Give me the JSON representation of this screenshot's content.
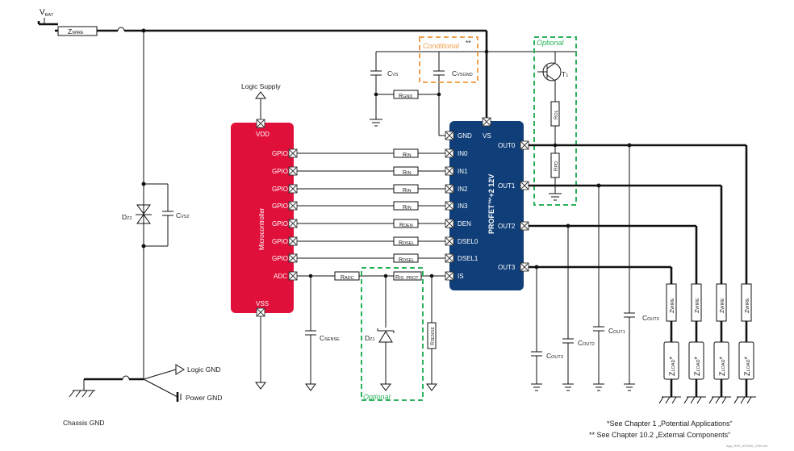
{
  "supply": {
    "vbat": "V",
    "vbat_sub": "BAT",
    "zwire": "Z",
    "zwire_sub": "WIRE",
    "logic_supply": "Logic Supply"
  },
  "mcu": {
    "title": "Microcontroller",
    "vdd": "VDD",
    "vss": "VSS",
    "adc": "ADC",
    "gpio": "GPIO"
  },
  "profet": {
    "title": "PROFET™+2 12V",
    "gnd": "GND",
    "vs": "VS",
    "left_pins": [
      "IN0",
      "IN1",
      "IN2",
      "IN3",
      "DEN",
      "DSEL0",
      "DSEL1",
      "IS"
    ],
    "right_pins": [
      "OUT0",
      "OUT1",
      "OUT2",
      "OUT3"
    ]
  },
  "resistors": {
    "rin": "R",
    "rin_sub": "IN",
    "rden_sub": "DEN",
    "rdsel_sub": "DSEL",
    "radc_sub": "ADC",
    "risprot_sub": "IS_PROT",
    "rgnd_sub": "GND",
    "rsense_sub": "SENSE",
    "rol_sub": "OL",
    "rpd_sub": "PD"
  },
  "caps": {
    "c": "C",
    "cvs_sub": "VS",
    "cvsgnd_sub": "VSGND",
    "cvs2_sub": "VS2",
    "csense_sub": "SENSE",
    "cout0_sub": "OUT0",
    "cout1_sub": "OUT1",
    "cout2_sub": "OUT2",
    "cout3_sub": "OUT3"
  },
  "diodes": {
    "d": "D",
    "dz1_sub": "Z1",
    "dz2_sub": "Z2"
  },
  "transistor": {
    "t": "T",
    "t_sub": "1"
  },
  "boxes": {
    "conditional": "Conditional",
    "conditional_mark": "**",
    "optional": "Optional"
  },
  "load": {
    "z": "Z",
    "z_sub": "LOAD",
    "mark": "*"
  },
  "ground": {
    "logic_gnd": "Logic GND",
    "power_gnd": "Power GND",
    "chassis_gnd": "Chassis GND"
  },
  "notes": {
    "note1": "*See Chapter 1 „Potential Applications“",
    "note2": "** See  Chapter 10.2 „External Components“",
    "file": "App_H2H_NTDSD_CS0.emf"
  },
  "colors": {
    "mcu": "#e0103a",
    "profet": "#0f3e78",
    "optional": "#2ab25a",
    "conditional": "#f0a050"
  }
}
